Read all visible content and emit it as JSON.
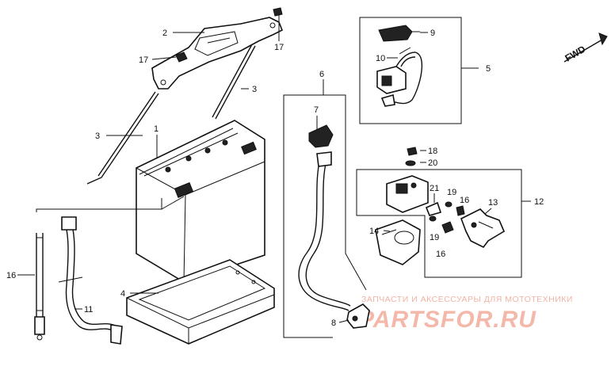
{
  "diagram": {
    "callouts": {
      "c1": "1",
      "c2": "2",
      "c3a": "3",
      "c3b": "3",
      "c4": "4",
      "c5": "5",
      "c6": "6",
      "c7": "7",
      "c8": "8",
      "c9": "9",
      "c10": "10",
      "c11": "11",
      "c12": "12",
      "c13": "13",
      "c14": "14",
      "c16a": "16",
      "c16b": "16",
      "c16c": "16",
      "c17a": "17",
      "c17b": "17",
      "c18": "18",
      "c19a": "19",
      "c19b": "19",
      "c20": "20",
      "c21": "21"
    },
    "direction_label": "FWD"
  },
  "watermark": {
    "caption": "ЗАПЧАСТИ И АКСЕССУАРЫ ДЛЯ МОТОТЕХНИКИ",
    "brand": "PARTSFOR.RU"
  }
}
